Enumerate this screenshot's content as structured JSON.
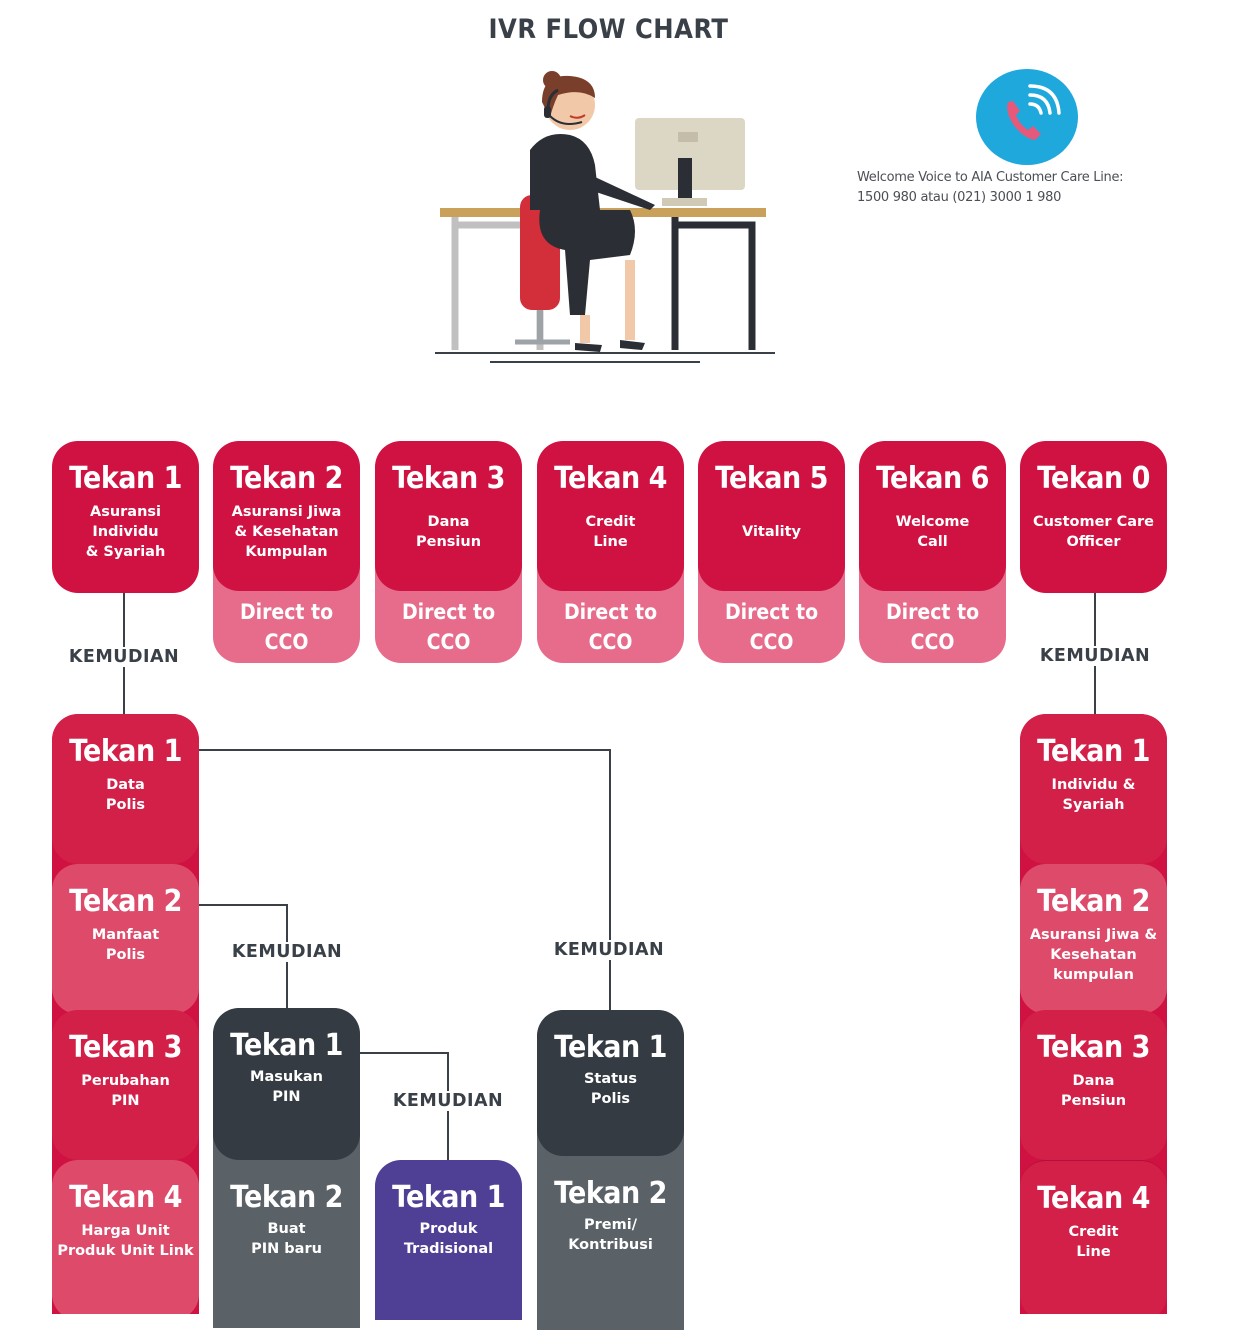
{
  "title": "IVR FLOW CHART",
  "welcome": {
    "line1": "Welcome Voice to AIA Customer Care Line:",
    "line2": "1500 980 atau (021) 3000 1 980"
  },
  "icons": {
    "phone": "phone-ringing-icon",
    "agent": "call-center-agent-illustration"
  },
  "colors": {
    "red": "#cf1242",
    "pink": "#e76c8c",
    "dark": "#343b43",
    "gray": "#5a6167",
    "purple": "#4f3f95"
  },
  "connector_label": "KEMUDIAN",
  "top_menu": [
    {
      "key": "Tekan 1",
      "label": "Asuransi\nIndividu\n& Syariah"
    },
    {
      "key": "Tekan 2",
      "label": "Asuransi Jiwa\n& Kesehatan\nKumpulan",
      "action": "Direct to\nCCO"
    },
    {
      "key": "Tekan 3",
      "label": "Dana\nPensiun",
      "action": "Direct to\nCCO"
    },
    {
      "key": "Tekan 4",
      "label": "Credit\nLine",
      "action": "Direct to\nCCO"
    },
    {
      "key": "Tekan 5",
      "label": "Vitality",
      "action": "Direct to\nCCO"
    },
    {
      "key": "Tekan 6",
      "label": "Welcome\nCall",
      "action": "Direct to\nCCO"
    },
    {
      "key": "Tekan 0",
      "label": "Customer Care\nOfficer"
    }
  ],
  "individu_menu": [
    {
      "key": "Tekan 1",
      "label": "Data\nPolis"
    },
    {
      "key": "Tekan 2",
      "label": "Manfaat\nPolis"
    },
    {
      "key": "Tekan 3",
      "label": "Perubahan\nPIN"
    },
    {
      "key": "Tekan 4",
      "label": "Harga Unit\nProduk Unit Link"
    }
  ],
  "pin_menu": [
    {
      "key": "Tekan 1",
      "label": "Masukan\nPIN"
    },
    {
      "key": "Tekan 2",
      "label": "Buat\nPIN baru"
    }
  ],
  "produk_menu": [
    {
      "key": "Tekan 1",
      "label": "Produk\nTradisional"
    }
  ],
  "status_menu": [
    {
      "key": "Tekan 1",
      "label": "Status\nPolis"
    },
    {
      "key": "Tekan 2",
      "label": "Premi/\nKontribusi"
    }
  ],
  "cco_menu": [
    {
      "key": "Tekan 1",
      "label": "Individu &\nSyariah"
    },
    {
      "key": "Tekan 2",
      "label": "Asuransi Jiwa &\nKesehatan\nkumpulan"
    },
    {
      "key": "Tekan 3",
      "label": "Dana\nPensiun"
    },
    {
      "key": "Tekan 4",
      "label": "Credit\nLine"
    }
  ]
}
